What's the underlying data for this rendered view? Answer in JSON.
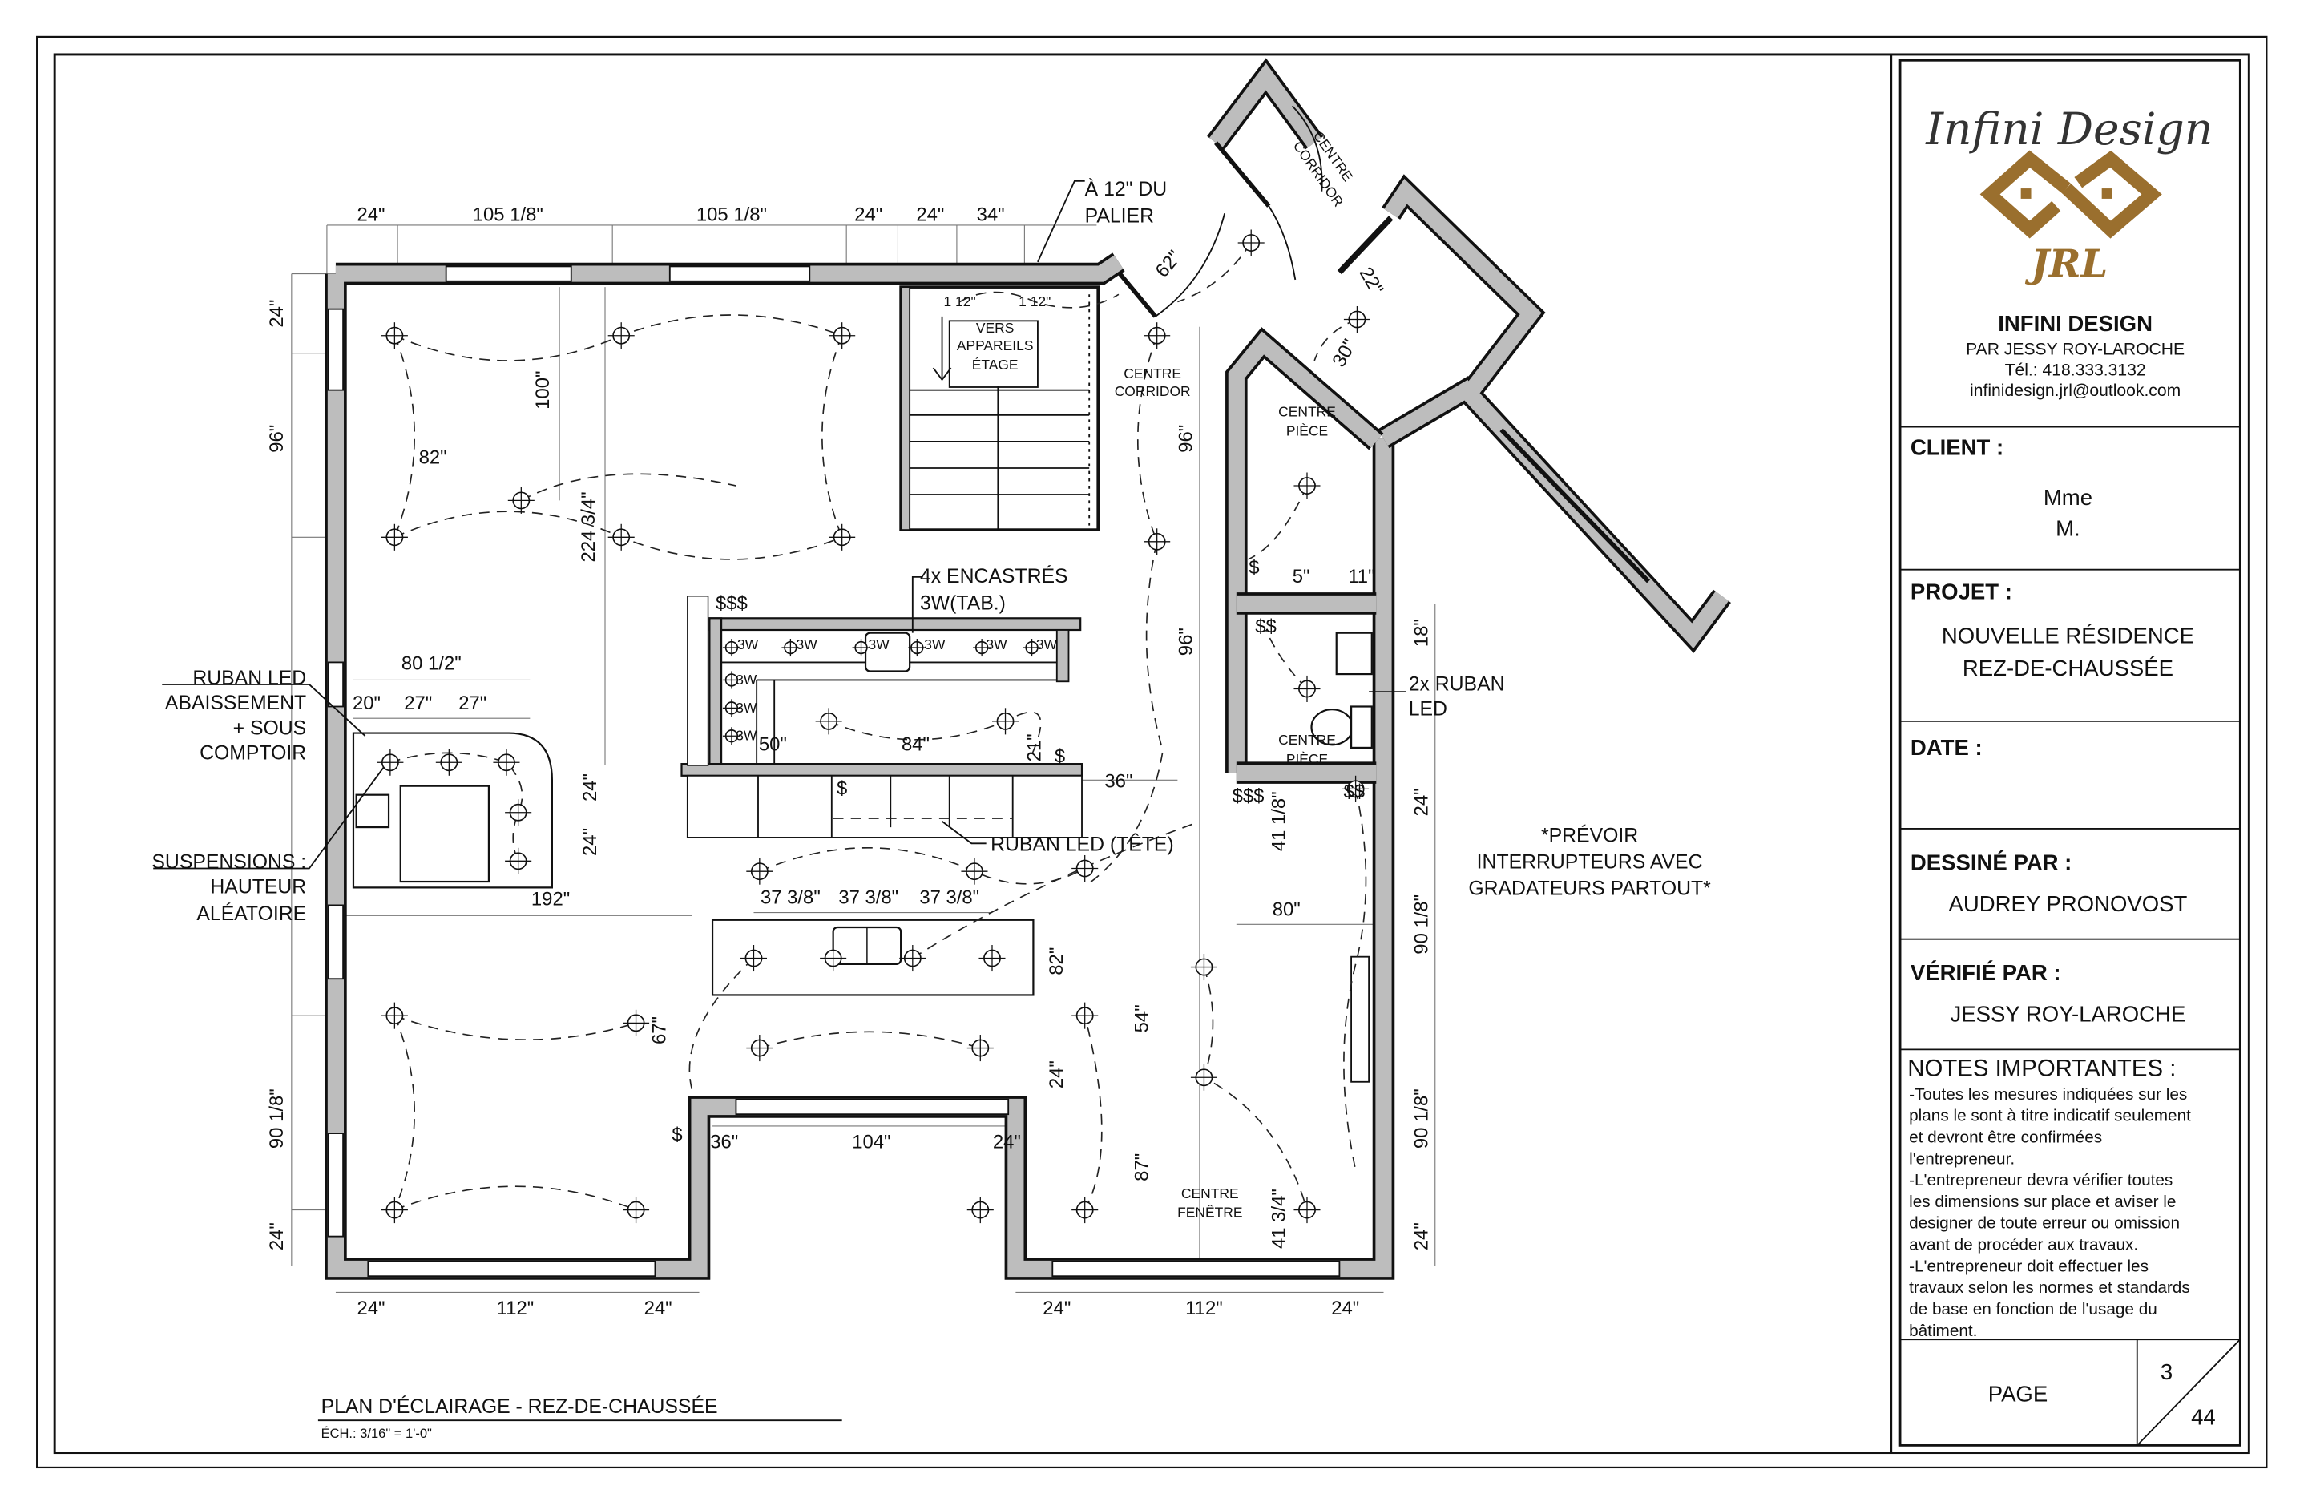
{
  "title_block": {
    "logo_script": "Infini Design",
    "logo_mark": "JRL",
    "logo_color": "#9a6f2e",
    "company": "INFINI DESIGN",
    "by": "PAR JESSY ROY-LAROCHE",
    "phone": "Tél.: 418.333.3132",
    "email": "infinidesign.jrl@outlook.com",
    "client_label": "CLIENT :",
    "client": [
      "Mme",
      "M."
    ],
    "project_label": "PROJET :",
    "project": [
      "NOUVELLE RÉSIDENCE",
      "REZ-DE-CHAUSSÉE"
    ],
    "date_label": "DATE :",
    "drawn_label": "DESSINÉ PAR :",
    "drawn_by": "AUDREY PRONOVOST",
    "checked_label": "VÉRIFIÉ PAR :",
    "checked_by": "JESSY ROY-LAROCHE",
    "notes_label": "NOTES IMPORTANTES :",
    "notes": [
      "-Toutes les mesures indiquées sur les",
      "plans le sont à titre indicatif seulement",
      "et devront être confirmées",
      "l'entrepreneur.",
      "-L'entrepreneur devra vérifier toutes",
      "les dimensions sur place et aviser le",
      "designer de toute erreur ou omission",
      "avant de procéder aux travaux.",
      "-L'entrepreneur doit effectuer les",
      "travaux selon les normes et standards",
      "de base en fonction de l'usage du",
      "bâtiment."
    ],
    "page_label": "PAGE",
    "page": "3",
    "pages": "44"
  },
  "plan": {
    "title": "PLAN D'ÉCLAIRAGE - REZ-DE-CHAUSSÉE",
    "scale": "ÉCH.: 3/16\" = 1'-0\"",
    "dims": [
      "24\"",
      "105 1/8\"",
      "105 1/8\"",
      "24\"",
      "24\"",
      "34\"",
      "24\"",
      "96\"",
      "82\"",
      "100\"",
      "224 3/4\"",
      "80 1/2\"",
      "20\"",
      "27\"",
      "27\"",
      "24\"",
      "24\"",
      "192\"",
      "50\"",
      "84\"",
      "21\"",
      "36\"",
      "37 3/8\"",
      "37 3/8\"",
      "37 3/8\"",
      "82\"",
      "67\"",
      "24\"",
      "36\"",
      "104\"",
      "24\"",
      "90 1/8\"",
      "24\"",
      "24\"",
      "112\"",
      "24\"",
      "24\"",
      "112\"",
      "24\"",
      "96\"",
      "96\"",
      "41 1/8\"",
      "80\"",
      "54\"",
      "87\"",
      "41 3/4\"",
      "5\"",
      "11\"",
      "18\"",
      "24\"",
      "90 1/8\"",
      "90 1/8\"",
      "24\"",
      "62\"",
      "22\"",
      "30\"",
      "1  12\"",
      "1  12\""
    ],
    "labels": [
      "À 12\" DU",
      "PALIER",
      "RUBAN LED",
      "ABAISSEMENT",
      "+ SOUS",
      "COMPTOIR",
      "SUSPENSIONS :",
      "HAUTEUR",
      "ALÉATOIRE",
      "4x ENCASTRÉS",
      "3W(TAB.)",
      "RUBAN LED (TÊTE)",
      "2x RUBAN",
      "LED",
      "*PRÉVOIR",
      "INTERRUPTEURS AVEC",
      "GRADATEURS PARTOUT*",
      "CENTRE",
      "CORRIDOR",
      "CENTRE",
      "PIÈCE",
      "CENTRE",
      "PIÈCE",
      "CENTRE",
      "FENÊTRE",
      "CENTRE",
      "CORRIDOR",
      "VERS",
      "APPAREILS",
      "ÉTAGE"
    ],
    "fixture_labels": [
      "3W",
      "3W",
      "3W",
      "3W",
      "3W",
      "3W",
      "3W",
      "3W",
      "3W"
    ],
    "switch_symbols": [
      "$$$",
      "$",
      "$$",
      "$$$",
      "$$",
      "$",
      "$",
      "$"
    ]
  }
}
